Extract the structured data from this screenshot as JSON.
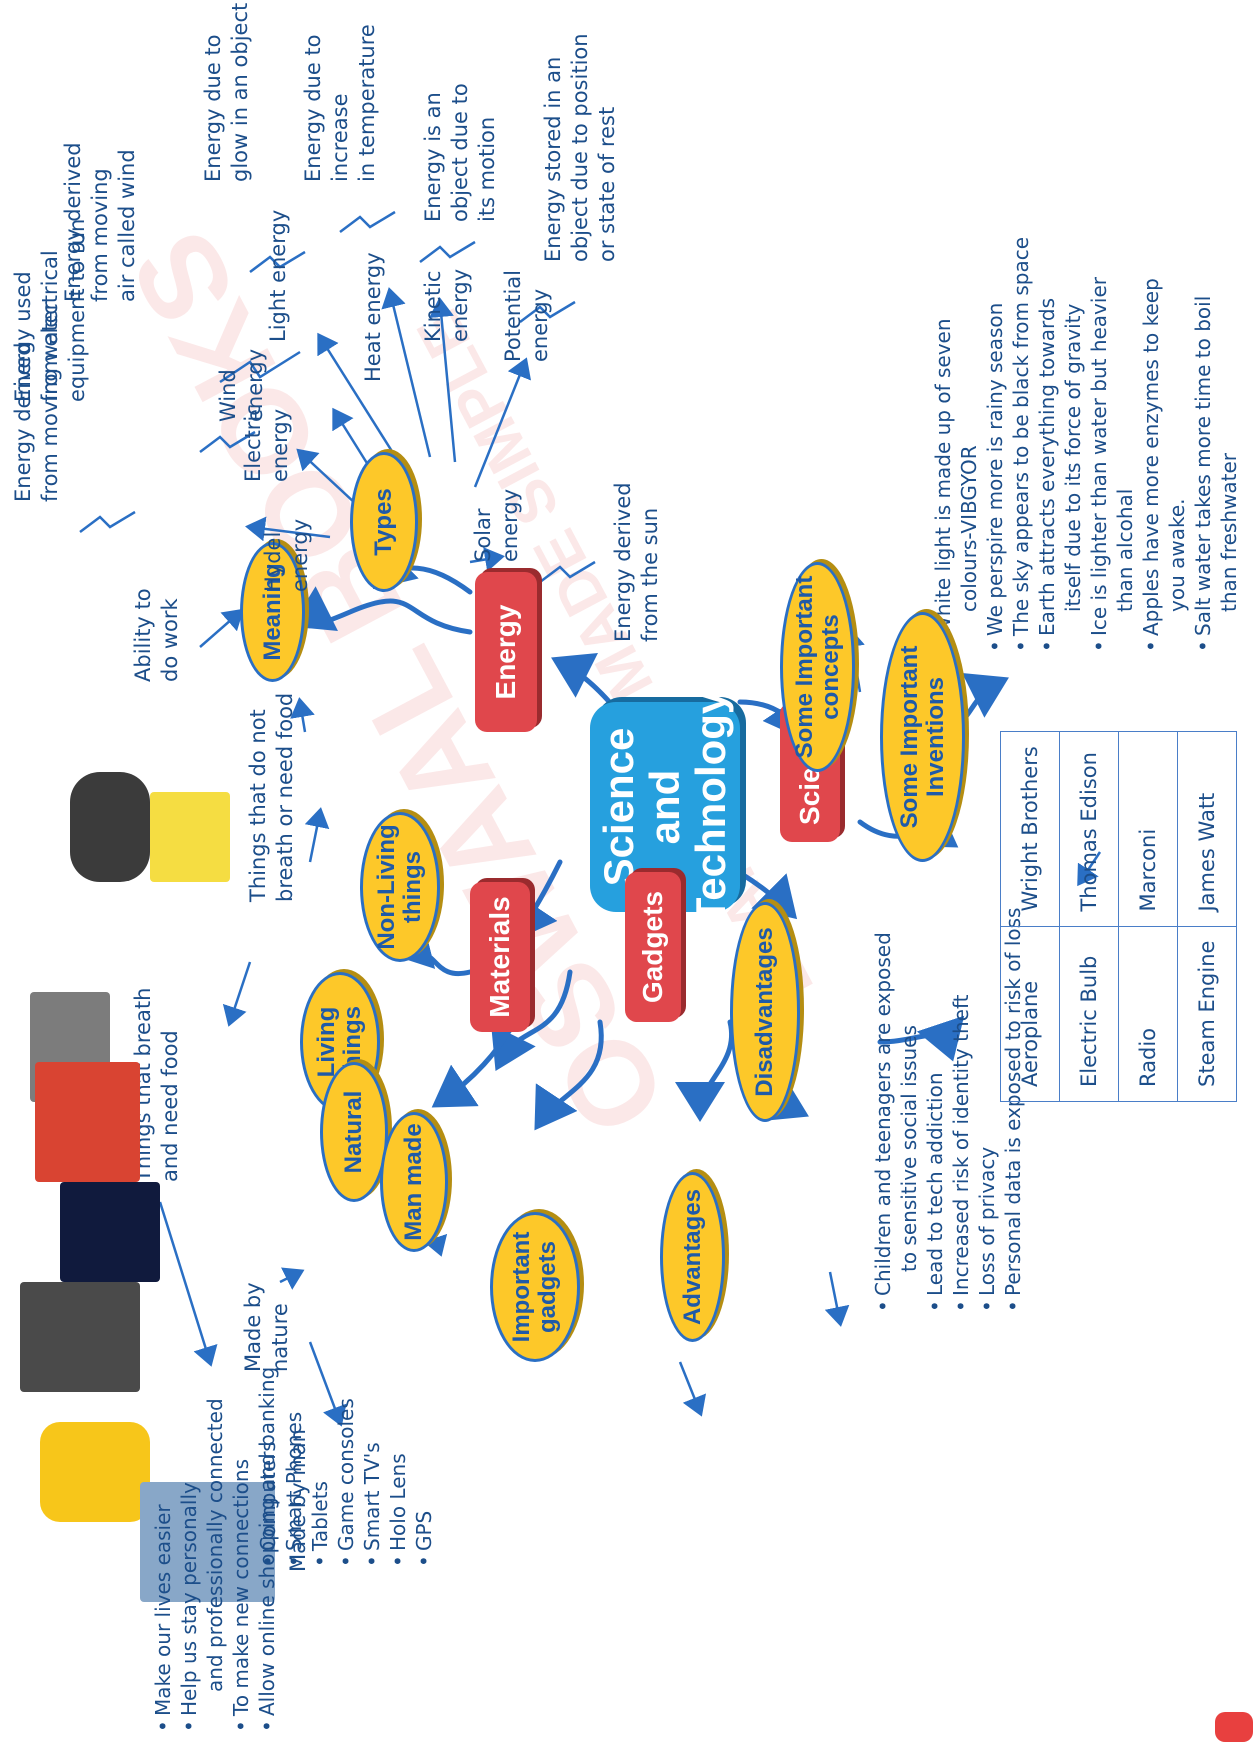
{
  "center": {
    "title": "Science and\nTechnology"
  },
  "branches": {
    "energy": "Energy",
    "materials": "Materials",
    "gadgets": "Gadgets",
    "science": "Science"
  },
  "energy": {
    "meaning": "Meaning",
    "meaning_def": "Ability to\ndo work",
    "types": "Types",
    "type_items": [
      {
        "name": "Hydel\nenergy",
        "def": "Energy derived\nfrom moving water"
      },
      {
        "name": "Electric\nenergy",
        "def": "Energy used\nfrom electrical\nequipment to run"
      },
      {
        "name": "Wind\nenergy",
        "def": "Energy derived\nfrom moving\nair called wind"
      },
      {
        "name": "Light energy",
        "def": "Energy due to\nglow in an object"
      },
      {
        "name": "Heat energy",
        "def": "Energy due to\nincrease\nin temperature"
      },
      {
        "name": "Kinetic\nenergy",
        "def": "Energy is an\nobject due to\nits motion"
      },
      {
        "name": "Potential\nenergy",
        "def": "Energy stored in an\nobject due to position\nor state of rest"
      },
      {
        "name": "Solar\nenergy",
        "def": "Energy derived\nfrom the sun"
      }
    ]
  },
  "materials": {
    "nonliving": "Non-Living\nthings",
    "nonliving_def": "Things that do not\nbreath or need food",
    "living": "Living\nthings",
    "living_def": "Things that breath\nand need food",
    "natural": "Natural",
    "natural_def": "Made by\nnature",
    "manmade": "Man made",
    "manmade_def": "Made by man"
  },
  "gadgets": {
    "important": "Important\ngadgets",
    "important_list": [
      "Computers",
      "Smart Phones",
      "Tablets",
      "Game consoles",
      "Smart TV's",
      "Holo Lens",
      "GPS"
    ],
    "advantages": "Advantages",
    "advantages_list": [
      "Make our lives easier",
      "Help us stay personally",
      "and professionally connected",
      "To make new connections",
      "Allow online shopping and banking"
    ],
    "disadvantages": "Disadvantages",
    "disadvantages_list": [
      "Children and teenagers are exposed",
      "to sensitive social issues",
      "Lead to tech addiction",
      "Increased risk of identity theft",
      "Loss of privacy",
      "Personal data is exposed to risk of loss"
    ]
  },
  "science": {
    "concepts": "Some Important\nconcepts",
    "concepts_list": [
      "White light is made up of seven",
      "colours-VIBGYOR",
      "We perspire more is rainy season",
      "The sky appears to be black from space",
      "Earth attracts everything towards",
      "itself due to its force of gravity",
      "Ice is lighter than water but heavier",
      "than alcohal",
      "Apples have more enzymes to keep",
      "you awake.",
      "Salt water takes more time to boil",
      "than freshwater"
    ],
    "inventions": "Some Important\nInventions",
    "inventions_table": [
      [
        "Aeroplane",
        "Wright Brothers"
      ],
      [
        "Electric Bulb",
        "Thomas Edison"
      ],
      [
        "Radio",
        "Marconi"
      ],
      [
        "Steam Engine",
        "James Watt"
      ]
    ]
  },
  "watermark": {
    "line1": "OSWAAL BOOKS",
    "line2": "LEARNING MADE SIMPLE"
  },
  "colors": {
    "yellow": "#fdc829",
    "red": "#e0474c",
    "blue": "#26a0de",
    "text": "#1c4e8a"
  }
}
